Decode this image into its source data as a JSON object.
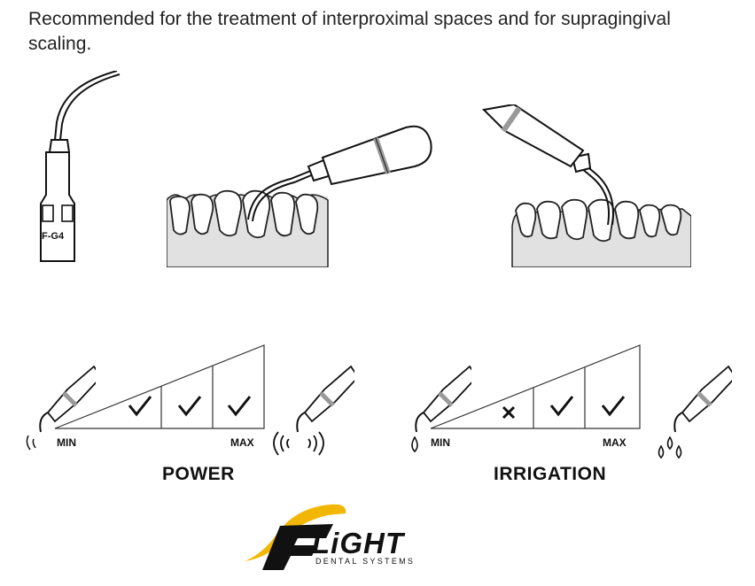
{
  "description_text": "Recommended for the treatment of interproximal spaces and for supragingival scaling.",
  "tip": {
    "label": "F-G4"
  },
  "power": {
    "caption": "POWER",
    "min_label": "MIN",
    "max_label": "MAX",
    "levels": [
      "check",
      "check",
      "check"
    ]
  },
  "irrigation": {
    "caption": "IRRIGATION",
    "min_label": "MIN",
    "max_label": "MAX",
    "levels": [
      "cross",
      "check",
      "check"
    ]
  },
  "logo": {
    "word": "LiGHT",
    "subtitle": "DENTAL SYSTEMS",
    "accent": "#f2b705"
  }
}
